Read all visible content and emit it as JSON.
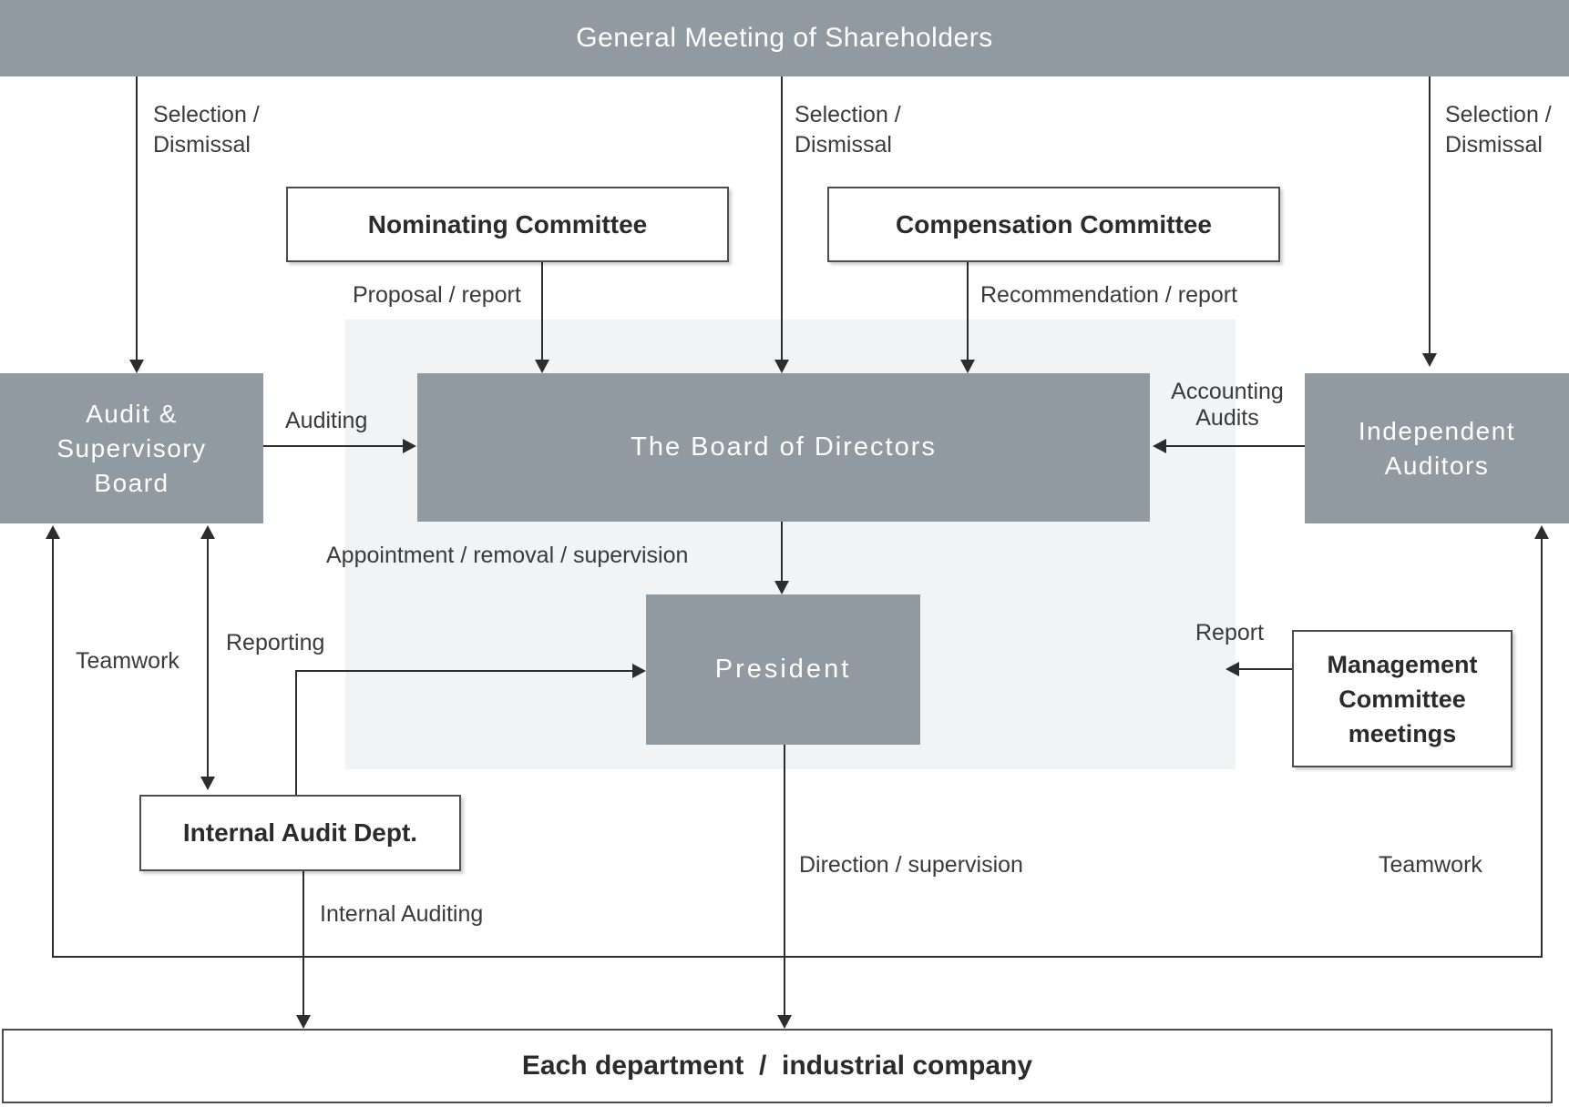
{
  "colors": {
    "node_fill": "#919AA0",
    "panel_fill": "#F1F3F4",
    "line": "#2D2D2D",
    "border": "#4D4D4D",
    "label_text": "#3A3A3A",
    "node_text": "#FFFFFF",
    "box_text": "#2B2B2B"
  },
  "nodes": {
    "general_meeting": {
      "label": "General Meeting of Shareholders"
    },
    "audit_supervisory": {
      "lines": [
        "Audit &",
        "Supervisory",
        "Board"
      ]
    },
    "board_of_directors": {
      "label": "The Board of Directors"
    },
    "president": {
      "label": "President"
    },
    "independent_auditors": {
      "lines": [
        "Independent",
        "Auditors"
      ]
    },
    "nominating_committee": {
      "label": "Nominating Committee"
    },
    "compensation_committee": {
      "label": "Compensation Committee"
    },
    "internal_audit_dept": {
      "label": "Internal Audit Dept."
    },
    "management_committee": {
      "lines": [
        "Management",
        "Committee",
        "meetings"
      ]
    },
    "each_department": {
      "label": "Each department  /  industrial company"
    }
  },
  "edge_labels": {
    "selection_dismissal": [
      "Selection /",
      "Dismissal"
    ],
    "proposal_report": "Proposal / report",
    "recommendation_report": "Recommendation / report",
    "auditing": "Auditing",
    "accounting_audits": [
      "Accounting",
      "Audits"
    ],
    "appointment_removal_supervision": "Appointment / removal / supervision",
    "reporting": "Reporting",
    "teamwork_left": "Teamwork",
    "teamwork_right": "Teamwork",
    "report": "Report",
    "direction_supervision": "Direction / supervision",
    "internal_auditing": "Internal Auditing"
  }
}
